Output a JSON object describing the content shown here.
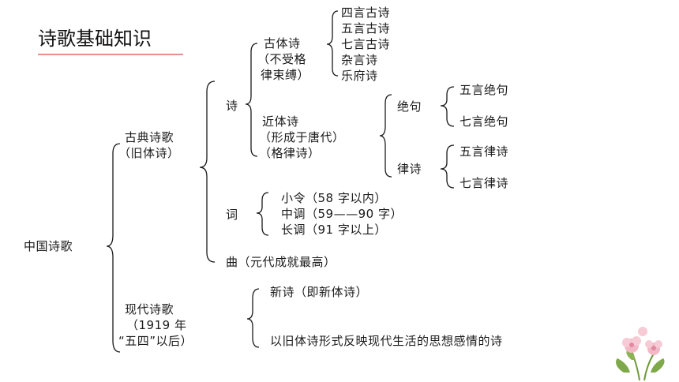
{
  "title": "诗歌基础知识",
  "root": "中国诗歌",
  "classical": {
    "label_line1": "古典诗歌",
    "label_line2": "（旧体诗）",
    "shi": {
      "label": "诗",
      "guti": {
        "line1": "古体诗",
        "line2": "（不受格",
        "line3": "律束缚）",
        "items": [
          "四言古诗",
          "五言古诗",
          "七言古诗",
          "杂言诗",
          "乐府诗"
        ]
      },
      "jinti": {
        "line1": "近体诗",
        "line2": "（形成于唐代）",
        "line3": "（格律诗）",
        "jueju": {
          "label": "绝句",
          "items": [
            "五言绝句",
            "七言绝句"
          ]
        },
        "lvshi": {
          "label": "律诗",
          "items": [
            "五言律诗",
            "七言律诗"
          ]
        }
      }
    },
    "ci": {
      "label": "词",
      "items": [
        "小令（58 字以内）",
        "中调（59——90 字）",
        "长调（91 字以上）"
      ]
    },
    "qu": {
      "label": "曲（元代成就最高）"
    }
  },
  "modern": {
    "line1": "现代诗歌",
    "line2": "（1919 年",
    "line3": "“五四”以后）",
    "items": [
      "新诗（即新体诗）",
      "以旧体诗形式反映现代生活的思想感情的诗"
    ]
  },
  "colors": {
    "text": "#1a1a1a",
    "title_underline": "#e58f8f",
    "petal": "#f2b8c6",
    "leaf": "#6f9a3a"
  }
}
